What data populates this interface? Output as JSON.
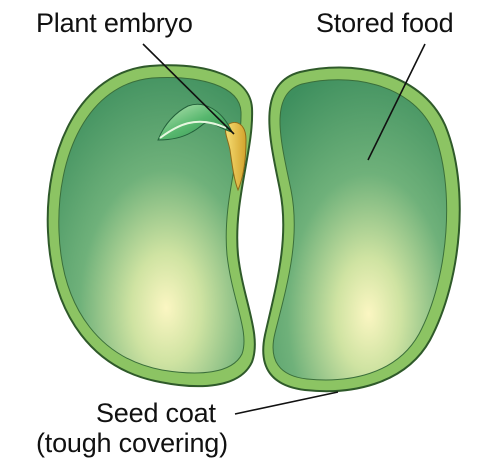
{
  "diagram": {
    "labels": {
      "plant_embryo": "Plant embryo",
      "stored_food": "Stored food",
      "seed_coat": "Seed coat",
      "seed_coat_note": "(tough covering)"
    },
    "colors": {
      "seed_coat": "#8cc463",
      "seed_coat_outline": "#2f5a2a",
      "stored_food_dark": "#3e8f5e",
      "stored_food_light": "#fbf6c2",
      "embryo_leaf": "#4fb06a",
      "embryo_root": "#e8c24a",
      "leader_line": "#111111"
    }
  }
}
